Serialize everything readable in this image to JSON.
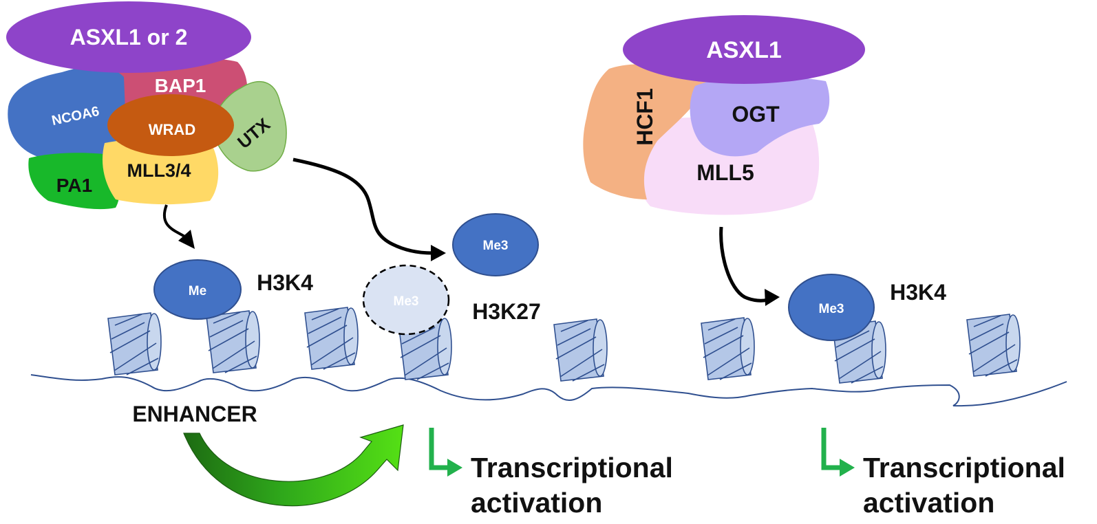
{
  "left_complex": {
    "top": "ASXL1 or 2",
    "bap1": "BAP1",
    "ncoa6": "NCOA6",
    "wrad": "WRAD",
    "utx": "UTX",
    "pa1": "PA1",
    "mll34": "MLL3/4"
  },
  "right_complex": {
    "top": "ASXL1",
    "hcf1": "HCF1",
    "ogt": "OGT",
    "mll5": "MLL5"
  },
  "marks": {
    "me": "Me",
    "me3_removed": "Me3",
    "me3_released": "Me3",
    "me3_right": "Me3"
  },
  "labels": {
    "h3k4_left": "H3K4",
    "h3k27": "H3K27",
    "h3k4_right": "H3K4",
    "enhancer": "ENHANCER",
    "activation_left_1": "Transcriptional",
    "activation_left_2": "activation",
    "activation_right_1": "Transcriptional",
    "activation_right_2": "activation"
  },
  "colors": {
    "asxl": "#8e44c9",
    "bap1": "#cc4f74",
    "ncoa6": "#4472c4",
    "wrad": "#c55a11",
    "utx": "#a9d18e",
    "pa1": "#18b82a",
    "mll34": "#ffd966",
    "hcf1": "#f4b183",
    "ogt": "#b4a7f5",
    "mll5": "#f8dcf8",
    "histone_mark": "#4472c4",
    "nucleosome": "#b4c7e7",
    "activation_arrow": "#22b14c"
  }
}
